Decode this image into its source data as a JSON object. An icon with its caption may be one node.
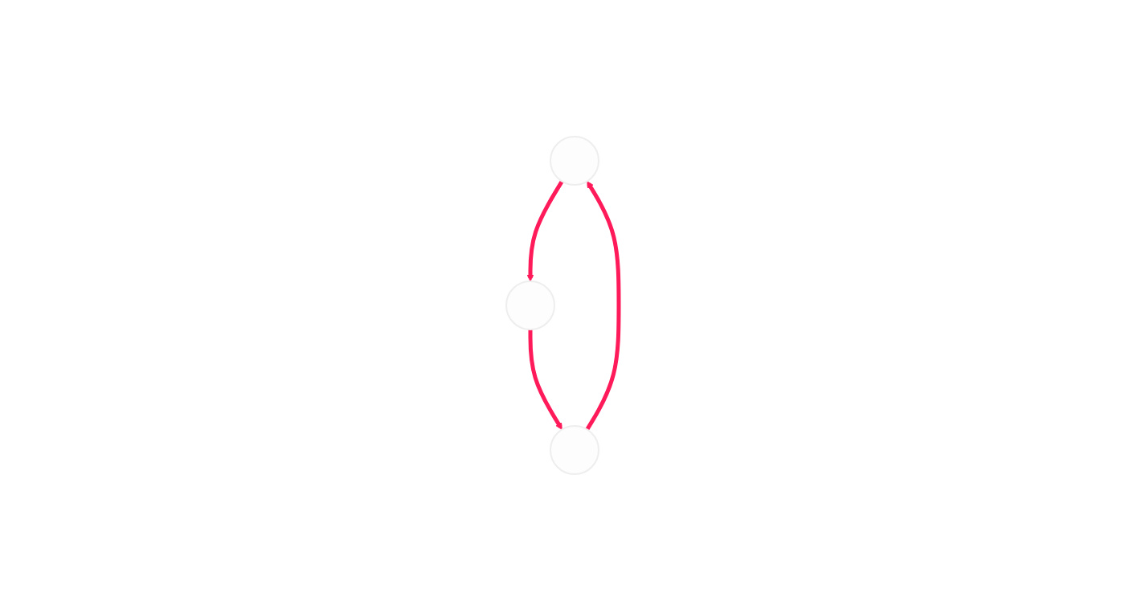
{
  "diagram": {
    "nodes": [
      {
        "text": [],
        "shape": "circle"
      },
      {
        "text": [],
        "shape": "circle"
      },
      {
        "text": [],
        "shape": "circle"
      }
    ],
    "edges": [
      {
        "from": 0,
        "to": 2,
        "arrow": "to"
      },
      {
        "from": 2,
        "to": 1,
        "arrow": "to"
      },
      {
        "from": 1,
        "to": 0,
        "arrow": "to"
      }
    ]
  }
}
